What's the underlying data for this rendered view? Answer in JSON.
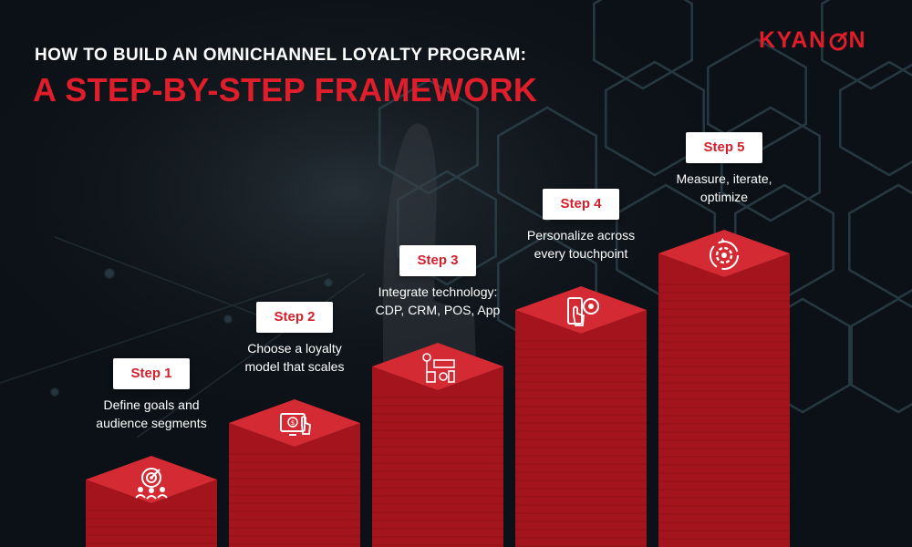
{
  "header": {
    "title_line1": "HOW TO BUILD AN OMNICHANNEL LOYALTY PROGRAM:",
    "title_line2": "A STEP-BY-STEP FRAMEWORK"
  },
  "logo": {
    "before": "KYAN",
    "after": "N",
    "icon": "target-o-icon"
  },
  "colors": {
    "accent": "#e01e2b",
    "bar_top": "#d42a33",
    "bar_body": "#a3141c",
    "background": "#0b1116"
  },
  "steps": [
    {
      "label": "Step 1",
      "line1": "Define goals and",
      "line2": "audience segments",
      "icon": "target-team-icon",
      "level": 1
    },
    {
      "label": "Step 2",
      "line1": "Choose a loyalty",
      "line2": "model that scales",
      "icon": "monitor-dollar-icon",
      "level": 2
    },
    {
      "label": "Step 3",
      "line1": "Integrate technology:",
      "line2": "CDP, CRM, POS, App",
      "icon": "tech-integration-icon",
      "level": 3
    },
    {
      "label": "Step 4",
      "line1": "Personalize across",
      "line2": "every touchpoint",
      "icon": "phone-touch-icon",
      "level": 4
    },
    {
      "label": "Step 5",
      "line1": "Measure, iterate,",
      "line2": "optimize",
      "icon": "gear-cycle-icon",
      "level": 5
    }
  ]
}
